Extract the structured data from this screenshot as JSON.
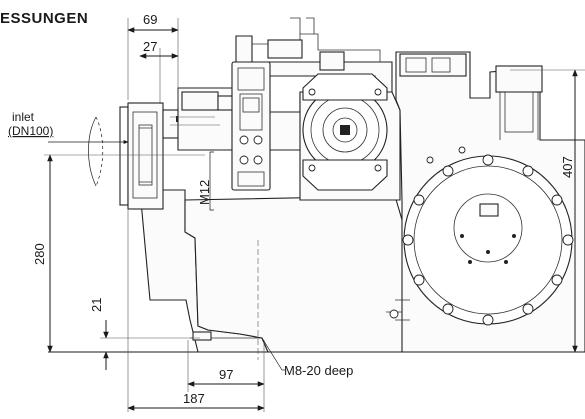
{
  "title": "ESSUNGEN",
  "labels": {
    "inlet_line1": "inlet",
    "inlet_line2": "(DN100)",
    "thread": "M12",
    "anchor": "M8-20 deep"
  },
  "dimensions": {
    "d69": "69",
    "d27": "27",
    "d280": "280",
    "d21": "21",
    "d97": "97",
    "d187": "187",
    "d407": "407"
  }
}
